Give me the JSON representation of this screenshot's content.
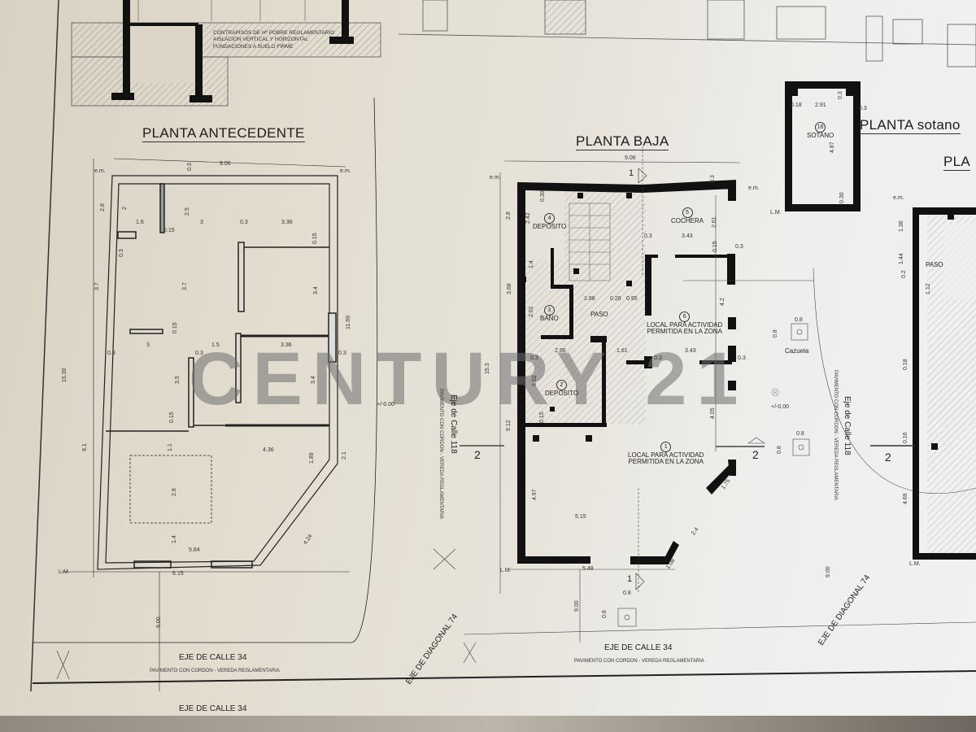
{
  "titles": {
    "antecedente": "PLANTA ANTECEDENTE",
    "baja": "PLANTA BAJA",
    "sotano": "PLANTA sotano",
    "right_cut": "PLA"
  },
  "notes": {
    "line1": "CONTRAPISOS DE Hº POBRE REGLAMENTARIO",
    "line2": "AISLACION VERTICAL Y HORIZONTAL",
    "line3": "FUNDACIONES A SUELO FIRME"
  },
  "watermark": {
    "text": "CENTURY 21",
    "mark": "®"
  },
  "rooms": {
    "deposito4": {
      "num": "4",
      "label": "DEPOSITO"
    },
    "cochera5": {
      "num": "5",
      "label": "COCHERA"
    },
    "bano3": {
      "num": "3",
      "label": "BAÑO"
    },
    "paso": {
      "label": "PASO"
    },
    "local6": {
      "num": "6",
      "line1": "LOCAL PARA ACTIVIDAD",
      "line2": "PERMITIDA EN LA ZONA"
    },
    "deposito2": {
      "num": "2",
      "label": "DEPOSITO"
    },
    "local1": {
      "num": "1",
      "line1": "LOCAL PARA ACTIVIDAD",
      "line2": "PERMITIDA EN LA ZONA"
    },
    "sotano16": {
      "num": "16",
      "label": "SOTANO"
    },
    "paso_right": {
      "label": "PASO"
    },
    "cazuela": {
      "label": "Cazuela"
    }
  },
  "streets": {
    "calle118": "Eje de Calle 118",
    "calle118_right": "Eje de Calle 118",
    "pavimento_vertical": "PAVIMENTO CON CORDON - VEREDA REGLAMENTARIA",
    "pavimento_vertical_right": "PAVIMENTO CON CORDON - VEREDA REGLAMENTARIA",
    "diagonal74": "EJE DE DIAGONAL 74",
    "diagonal74_right": "EJE DE DIAGONAL 74",
    "calle34_a": "EJE DE CALLE 34",
    "calle34_b": "EJE DE CALLE 34",
    "calle34_bottom": "EJE DE CALLE 34",
    "pavimento_a": "PAVIMENTO CON CORDON - VEREDA REGLAMENTARIA",
    "pavimento_b": "PAVIMENTO CON CORDON - VEREDA REGLAMENTARIA"
  },
  "markers": {
    "em": "e.m.",
    "lm": "L.M.",
    "level": "+/-0.00",
    "section2": "2",
    "section1": "1"
  },
  "dims_antecedente": [
    "9.06",
    "0.3",
    "2.8",
    "2",
    "1.6",
    "3",
    "0.3",
    "3.36",
    "0.15",
    "0.3",
    "2.5",
    "3.7",
    "3.7",
    "3.4",
    "11.69",
    "0.15",
    "3",
    "1.5",
    "3.36",
    "0.3",
    "0.3",
    "0.3",
    "3.5",
    "3.4",
    "15.30",
    "9.1",
    "4.36",
    "1.89",
    "2.1",
    "2.8",
    "1.4",
    "5.84",
    "4.24",
    "6.15",
    "9.00",
    "0.15",
    "0.15",
    "1.1"
  ],
  "dims_baja": [
    "9.06",
    "0.3",
    "2.8",
    "0.30",
    "2.42",
    "0.3",
    "3.43",
    "2.61",
    "0.15",
    "0.3",
    "1.4",
    "3.68",
    "2.01",
    "1.88",
    "0.26",
    "0.95",
    "4.2",
    "2.96",
    "1.61",
    "0.3",
    "0.3",
    "3.43",
    "0.3",
    "15.3",
    "3.52",
    "0.15",
    "9.12",
    "4.05",
    "4.97",
    "5.15",
    "1.75",
    "2.4",
    "1.08",
    "5.48",
    "0.8",
    "9.00",
    "0.8",
    "0.8",
    "0.8",
    "0.8",
    "9.00",
    "0.8"
  ],
  "dims_sotano": [
    "0.18",
    "2.91",
    "0.3",
    "0.3",
    "4.87",
    "0.30"
  ],
  "dims_right": [
    "1.36",
    "1.44",
    "0.2",
    "1.12",
    "0.18",
    "0.16",
    "4.69"
  ]
}
